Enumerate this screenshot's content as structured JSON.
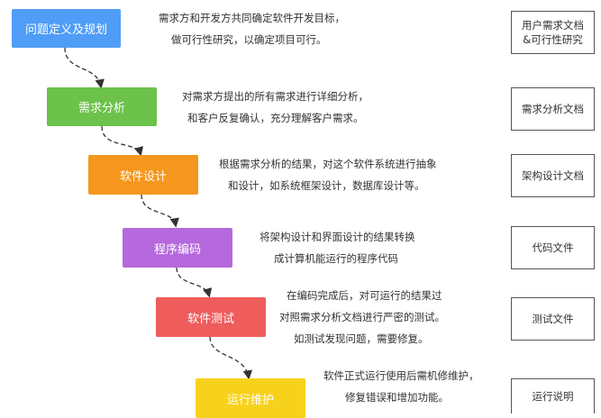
{
  "stages": [
    {
      "label": "问题定义及规划",
      "color": "#4F9DF7",
      "desc": [
        "需求方和开发方共同确定软件开发目标，",
        "做可行性研究，以确定项目可行。"
      ],
      "doc": [
        "用户需求文档",
        "&可行性研究"
      ]
    },
    {
      "label": "需求分析",
      "color": "#6CC24A",
      "desc": [
        "对需求方提出的所有需求进行详细分析，",
        "和客户反复确认，充分理解客户需求。"
      ],
      "doc": [
        "需求分析文档"
      ]
    },
    {
      "label": "软件设计",
      "color": "#F5961E",
      "desc": [
        "根据需求分析的结果，对这个软件系统进行抽象",
        "和设计，如系统框架设计，数据库设计等。"
      ],
      "doc": [
        "架构设计文档"
      ]
    },
    {
      "label": "程序编码",
      "color": "#B569DC",
      "desc": [
        "将架构设计和界面设计的结果转换",
        "成计算机能运行的程序代码"
      ],
      "doc": [
        "代码文件"
      ]
    },
    {
      "label": "软件测试",
      "color": "#EE5C5C",
      "desc": [
        "在编码完成后，对可运行的结果过",
        "对照需求分析文档进行严密的测试。",
        "如测试发现问题，需要修复。"
      ],
      "doc": [
        "测试文件"
      ]
    },
    {
      "label": "运行维护",
      "color": "#F7D21C",
      "desc": [
        "软件正式运行使用后需机修维护，",
        "修复错误和增加功能。"
      ],
      "doc": [
        "运行说明"
      ]
    }
  ]
}
